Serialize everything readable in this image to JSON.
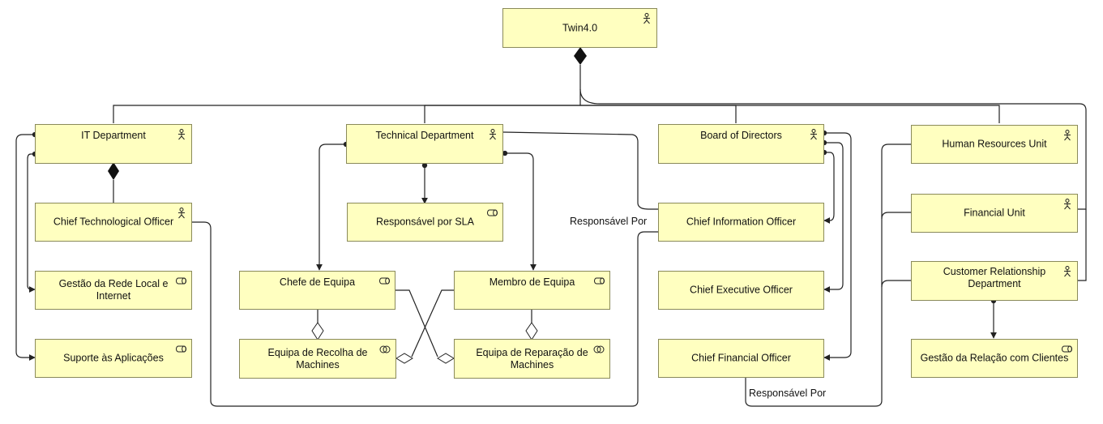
{
  "diagram": {
    "nodes": {
      "twin": {
        "label": "Twin4.0",
        "kind": "actor"
      },
      "it": {
        "label": "IT Department",
        "kind": "actor"
      },
      "tech": {
        "label": "Technical Department",
        "kind": "actor"
      },
      "board": {
        "label": "Board of Directors",
        "kind": "actor"
      },
      "hr": {
        "label": "Human Resources Unit",
        "kind": "actor"
      },
      "fin_unit": {
        "label": "Financial Unit",
        "kind": "actor"
      },
      "crd": {
        "label": "Customer Relationship Department",
        "kind": "actor"
      },
      "cto": {
        "label": "Chief Technological Officer",
        "kind": "actor"
      },
      "gestao_rede": {
        "label": "Gestão da Rede Local e Internet",
        "kind": "role"
      },
      "suporte": {
        "label": "Suporte às Aplicações",
        "kind": "role"
      },
      "sla": {
        "label": "Responsável por SLA",
        "kind": "role"
      },
      "chefe": {
        "label": "Chefe de Equipa",
        "kind": "role"
      },
      "membro": {
        "label": "Membro de Equipa",
        "kind": "role"
      },
      "recolha": {
        "label": "Equipa de Recolha de Machines",
        "kind": "collaboration"
      },
      "reparacao": {
        "label": "Equipa de Reparação de Machines",
        "kind": "collaboration"
      },
      "cio": {
        "label": "Chief Information Officer",
        "kind": "none"
      },
      "ceo": {
        "label": "Chief Executive Officer",
        "kind": "none"
      },
      "cfo": {
        "label": "Chief Financial Officer",
        "kind": "none"
      },
      "gestao_rel": {
        "label": "Gestão da Relação com Clientes",
        "kind": "role"
      }
    },
    "connection_labels": {
      "responsavel_1": "Responsável Por",
      "responsavel_2": "Responsável Por"
    }
  },
  "colors": {
    "node_fill": "#ffffc0",
    "node_border": "#8a8a5a",
    "line": "#222222"
  },
  "icons": {
    "actor": "actor-icon",
    "role": "role-icon",
    "collaboration": "collaboration-icon"
  }
}
